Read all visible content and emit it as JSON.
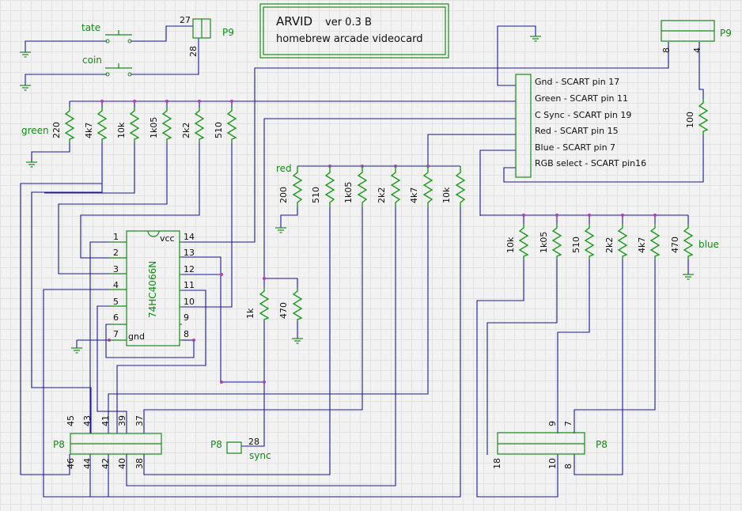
{
  "title": {
    "name": "ARVID",
    "version": "ver 0.3 B",
    "subtitle": "homebrew arcade videocard"
  },
  "switches": [
    {
      "label": "tate",
      "pin": "27"
    },
    {
      "label": "coin",
      "pin": "28"
    }
  ],
  "connector_left_top": "P9",
  "connector_right_top": {
    "name": "P9",
    "pins": [
      "8",
      "4"
    ]
  },
  "scart": [
    "Gnd - SCART pin 17",
    "Green - SCART pin 11",
    "C Sync - SCART pin 19",
    "Red - SCART pin 15",
    "Blue - SCART pin 7",
    "RGB select - SCART pin16"
  ],
  "green": {
    "label": "green",
    "resistors": [
      "220",
      "4k7",
      "10k",
      "1k05",
      "2k2",
      "510"
    ]
  },
  "red": {
    "label": "red",
    "resistors": [
      "200",
      "510",
      "1k05",
      "2k2",
      "4k7",
      "10k"
    ]
  },
  "blue": {
    "label": "blue",
    "resistors": [
      "10k",
      "1k05",
      "510",
      "2k2",
      "4k7",
      "470"
    ]
  },
  "r100": "100",
  "sync_resistors": [
    "1k",
    "470"
  ],
  "ic": {
    "name": "74HC4066N",
    "vcc": "vcc",
    "gnd": "gnd",
    "left_pins": [
      "1",
      "2",
      "3",
      "4",
      "5",
      "6",
      "7"
    ],
    "right_pins": [
      "14",
      "13",
      "12",
      "11",
      "10",
      "9",
      "8"
    ]
  },
  "p8_left": {
    "name": "P8",
    "top": [
      "45",
      "43",
      "41",
      "39",
      "37"
    ],
    "bottom": [
      "46",
      "44",
      "42",
      "40",
      "38"
    ]
  },
  "p8_sync": {
    "name": "P8",
    "pin": "28",
    "label": "sync"
  },
  "p8_right": {
    "name": "P8",
    "top": [
      "9",
      "7"
    ],
    "bottom": [
      "18",
      "10",
      "8"
    ]
  }
}
